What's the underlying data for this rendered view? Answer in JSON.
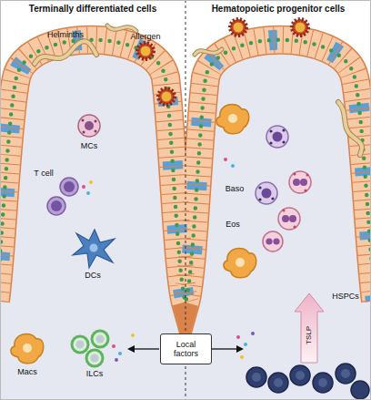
{
  "diagram": {
    "nodes": [
      {
        "text": [
          "Local factors"
        ]
      }
    ],
    "labels": [
      "Terminally differentiated cells",
      "Hematopoietic progenitor cells",
      "Helminths",
      "Allergen",
      "MCs",
      "T cell",
      "DCs",
      "Macs",
      "ILCs",
      "Baso",
      "Eos",
      "TSLP",
      "HSPCs"
    ]
  }
}
